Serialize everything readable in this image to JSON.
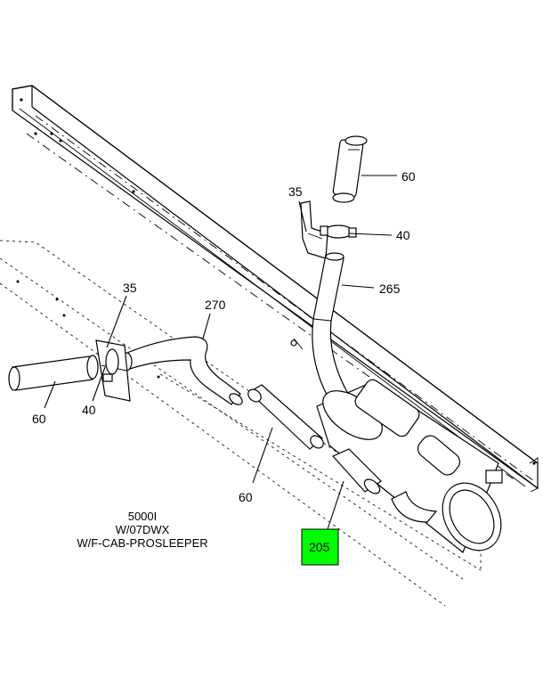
{
  "callouts": {
    "pipe_60_top": "60",
    "bracket_35_top": "35",
    "clamp_40_top": "40",
    "pipe_265": "265",
    "bracket_35_left": "35",
    "pipe_270": "270",
    "pipe_60_left": "60",
    "clamp_40_left": "40",
    "pipe_60_mid": "60",
    "highlight_205": "205"
  },
  "caption": {
    "line1": "5000I",
    "line2": "W/07DWX",
    "line3": "W/F-CAB-PROSLEEPER"
  },
  "highlight_color": "#00ff00"
}
